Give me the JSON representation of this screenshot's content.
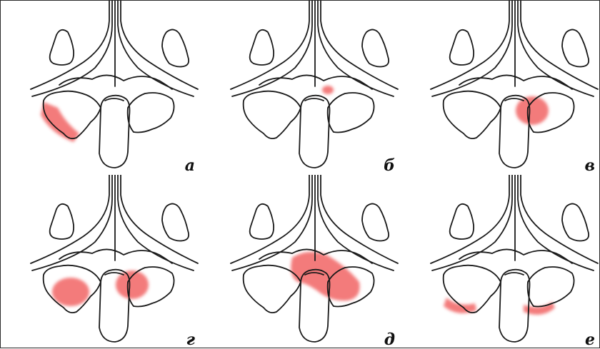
{
  "figure": {
    "panels": [
      {
        "id": "a",
        "label": "а",
        "lesions": [
          {
            "type": "band-left"
          }
        ]
      },
      {
        "id": "b",
        "label": "б",
        "lesions": [
          {
            "type": "small-spot-right"
          }
        ]
      },
      {
        "id": "v",
        "label": "в",
        "lesions": [
          {
            "type": "blob-right"
          }
        ]
      },
      {
        "id": "g",
        "label": "г",
        "lesions": [
          {
            "type": "blob-left"
          },
          {
            "type": "blob-right"
          }
        ]
      },
      {
        "id": "d",
        "label": "д",
        "lesions": [
          {
            "type": "large-diagonal"
          }
        ]
      },
      {
        "id": "e",
        "label": "е",
        "lesions": [
          {
            "type": "edge-left"
          },
          {
            "type": "edge-right"
          }
        ]
      }
    ],
    "colors": {
      "outline": "#1a1a1a",
      "lesion": "#ee4a4a",
      "border": "#2a2a2a",
      "background": "#ffffff"
    }
  }
}
